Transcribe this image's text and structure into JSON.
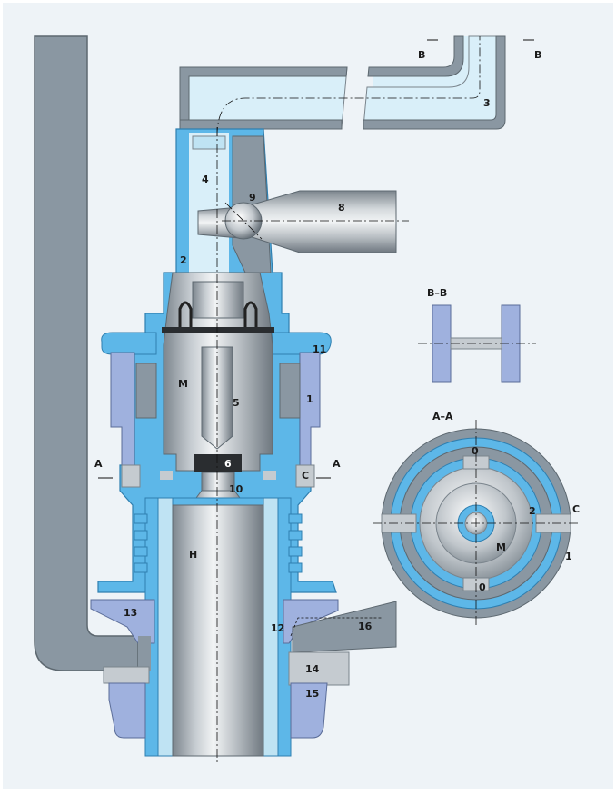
{
  "colors": {
    "background": "#eef3f7",
    "fluid": "#5db7e8",
    "fluid_light": "#d6eef8",
    "lilac": "#9fb1de",
    "grey": "#8996a1",
    "steel": "#c5cbd0"
  },
  "labels": {
    "n1": "1",
    "n2": "2",
    "n3": "3",
    "n4": "4",
    "n5": "5",
    "n6": "6",
    "n8": "8",
    "n9": "9",
    "n10": "10",
    "n11": "11",
    "n12": "12",
    "n13": "13",
    "n14": "14",
    "n15": "15",
    "n16": "16",
    "H": "H",
    "M": "M",
    "A_left": "A",
    "A_right": "A",
    "C": "C",
    "B_left": "B",
    "B_right": "B",
    "section_bb": "B–B",
    "section_aa": "A–A",
    "aa_0_top": "0",
    "aa_0_bottom": "0",
    "aa_2": "2",
    "aa_M": "M",
    "aa_1": "1",
    "aa_C": "C"
  }
}
